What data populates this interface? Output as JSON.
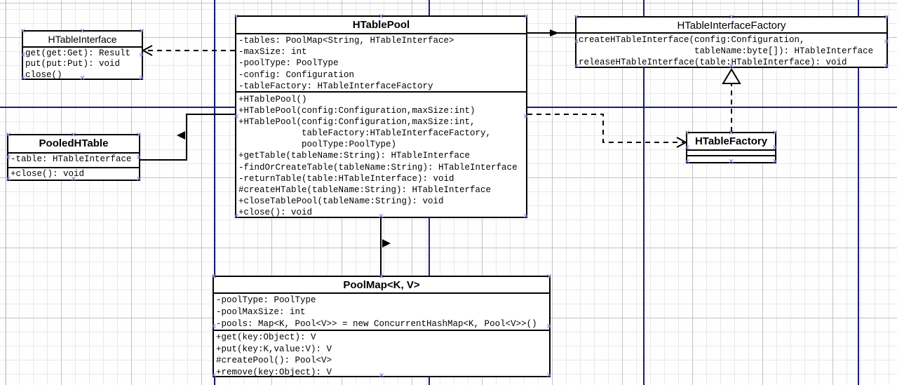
{
  "diagram": {
    "title": "HTablePool UML class diagram",
    "colors": {
      "page_break_line": "#1b1b74",
      "grid_major": "#c2c2c2",
      "grid_minor": "#e8e8e8",
      "box_border": "#000000",
      "box_fill": "#ffffff",
      "connection_handle": "#8d7dd6"
    },
    "boxes": {
      "htable_interface": {
        "title": "HTableInterface",
        "members": [
          "get(get:Get): Result",
          "put(put:Put): void",
          "close()"
        ]
      },
      "htable_pool": {
        "title": "HTablePool",
        "attributes": [
          "-tables: PoolMap<String, HTableInterface>",
          "-maxSize: int",
          "-poolType: PoolType",
          "-config: Configuration",
          "-tableFactory: HTableInterfaceFactory"
        ],
        "operations": [
          "+HTablePool()",
          "+HTablePool(config:Configuration,maxSize:int)",
          "+HTablePool(config:Configuration,maxSize:int,",
          "            tableFactory:HTableInterfaceFactory,",
          "            poolType:PoolType)",
          "+getTable(tableName:String): HTableInterface",
          "-findOrCreateTable(tableName:String): HTableInterface",
          "-returnTable(table:HTableInterface): void",
          "#createHTable(tableName:String): HTableInterface",
          "+closeTablePool(tableName:String): void",
          "+close(): void"
        ]
      },
      "htable_interface_factory": {
        "title": "HTableInterfaceFactory",
        "members": [
          "createHTableInterface(config:Configuration,",
          "                      tableName:byte[]): HTableInterface",
          "releaseHTableInterface(table:HTableInterface): void"
        ]
      },
      "pooled_htable": {
        "title": "PooledHTable",
        "attributes": [
          "-table: HTableInterface"
        ],
        "operations": [
          "+close(): void"
        ]
      },
      "htable_factory": {
        "title": "HTableFactory"
      },
      "pool_map": {
        "title": "PoolMap<K, V>",
        "attributes": [
          "-poolType: PoolType",
          "-poolMaxSize: int",
          "-pools: Map<K, Pool<V>> = new ConcurrentHashMap<K, Pool<V>>()"
        ],
        "operations": [
          "+get(key:Object): V",
          "+put(key:K,value:V): V",
          "#createPool(): Pool<V>",
          "+remove(key:Object): V"
        ]
      }
    },
    "connections": [
      {
        "from": "HTablePool",
        "to": "HTableInterface",
        "type": "dependency (dashed, open arrow)"
      },
      {
        "from": "HTablePool",
        "to": "HTableInterfaceFactory",
        "type": "association (solid, direction arrow right)"
      },
      {
        "from": "HTablePool",
        "to": "HTableFactory",
        "type": "dependency (dashed, open arrow)"
      },
      {
        "from": "HTableFactory",
        "to": "HTableInterfaceFactory",
        "type": "realization (dashed, hollow triangle)"
      },
      {
        "from": "HTablePool",
        "to": "PooledHTable",
        "type": "association (solid, direction arrow left)"
      },
      {
        "from": "HTablePool",
        "to": "PoolMap",
        "type": "association (solid, direction arrow)"
      }
    ]
  }
}
